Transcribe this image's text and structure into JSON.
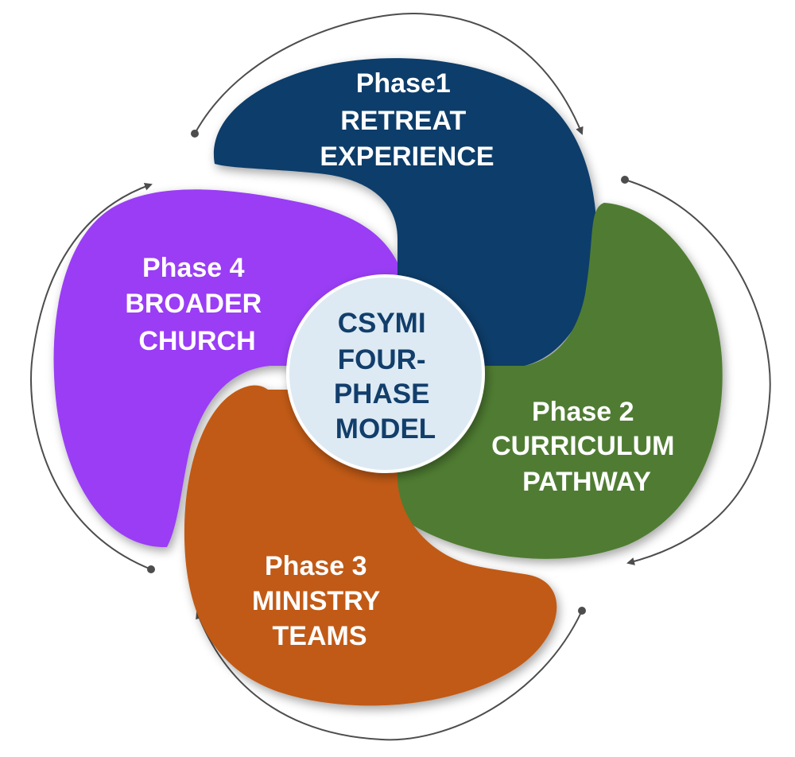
{
  "center": {
    "lines": [
      "CSYMI",
      "FOUR-",
      "PHASE",
      "MODEL"
    ]
  },
  "phases": [
    {
      "id": "phase1",
      "color": "#0e3c6b",
      "lines": [
        "Phase1",
        "RETREAT",
        "EXPERIENCE"
      ]
    },
    {
      "id": "phase2",
      "color": "#4f7c32",
      "lines": [
        "Phase 2",
        "CURRICULUM",
        "PATHWAY"
      ]
    },
    {
      "id": "phase3",
      "color": "#c15a13",
      "lines": [
        "Phase 3",
        "MINISTRY",
        "TEAMS"
      ]
    },
    {
      "id": "phase4",
      "color": "#9a3cf5",
      "lines": [
        "Phase 4",
        "BROADER",
        "CHURCH"
      ]
    }
  ],
  "colors": {
    "center_fill": "#ddeaf3",
    "center_text": "#123e6b",
    "arrow": "#4d4d4d"
  }
}
